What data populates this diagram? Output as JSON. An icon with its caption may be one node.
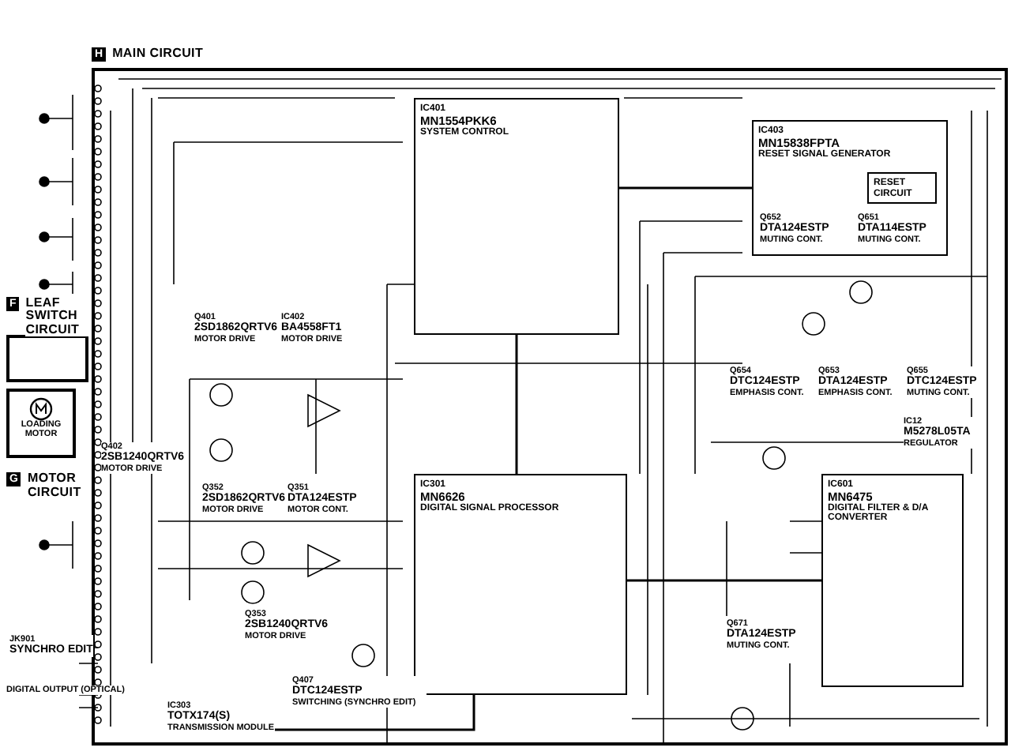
{
  "diagram": {
    "nodes": [
      {
        "text": [
          "H",
          "MAIN CIRCUIT"
        ]
      },
      {
        "text": [
          "F",
          "LEAF SWITCH CIRCUIT"
        ]
      },
      {
        "text": [
          "G",
          "MOTOR CIRCUIT"
        ]
      },
      {
        "text": [
          "LOADING MOTOR"
        ],
        "in": 2
      },
      {
        "text": [
          "IC401",
          "MN1554PKK6",
          "SYSTEM CONTROL"
        ],
        "in": 0
      },
      {
        "text": [
          "IC403",
          "MN15838FPTA",
          "RESET SIGNAL GENERATOR"
        ],
        "in": 0
      },
      {
        "text": [
          "RESET CIRCUIT"
        ],
        "in": 5
      },
      {
        "text": [
          "Q652",
          "DTA124ESTP",
          "MUTING CONT."
        ],
        "in": 5
      },
      {
        "text": [
          "Q651",
          "DTA114ESTP",
          "MUTING CONT."
        ],
        "in": 5
      },
      {
        "text": [
          "Q401",
          "2SD1862QRTV6",
          "MOTOR DRIVE"
        ],
        "in": 0
      },
      {
        "text": [
          "IC402",
          "BA4558FT1",
          "MOTOR DRIVE"
        ],
        "in": 0
      },
      {
        "text": [
          "IC301",
          "MN6626",
          "DIGITAL SIGNAL PROCESSOR"
        ],
        "in": 0
      },
      {
        "text": [
          "IC601",
          "MN6475",
          "DIGITAL FILTER & D/A CONVERTER"
        ],
        "in": 0
      },
      {
        "text": [
          "IC12",
          "M5278L05TA",
          "REGULATOR"
        ],
        "in": 0
      },
      {
        "text": [
          "Q654",
          "DTC124ESTP",
          "EMPHASIS CONT."
        ],
        "in": 0
      },
      {
        "text": [
          "Q653",
          "DTA124ESTP",
          "EMPHASIS CONT."
        ],
        "in": 0
      },
      {
        "text": [
          "Q655",
          "DTC124ESTP",
          "MUTING CONT."
        ],
        "in": 0
      },
      {
        "text": [
          "Q402",
          "2SB1240QRTV6",
          "MOTOR DRIVE"
        ],
        "in": 0
      },
      {
        "text": [
          "Q352",
          "2SD1862QRTV6",
          "MOTOR DRIVE"
        ],
        "in": 0
      },
      {
        "text": [
          "Q351",
          "DTA124ESTP",
          "MOTOR CONT."
        ],
        "in": 0
      },
      {
        "text": [
          "Q353",
          "2SB1240QRTV6",
          "MOTOR DRIVE"
        ],
        "in": 0
      },
      {
        "text": [
          "Q407",
          "DTC124ESTP",
          "SWITCHING (SYNCHRO EDIT)"
        ],
        "in": 0
      },
      {
        "text": [
          "IC303",
          "TOTX174(S)",
          "TRANSMISSION MODULE"
        ],
        "in": 0
      },
      {
        "text": [
          "Q671",
          "DTA124ESTP",
          "MUTING CONT."
        ],
        "in": 0
      },
      {
        "text": [
          "JK901",
          "SYNCHRO EDIT"
        ]
      },
      {
        "text": [
          "DIGITAL OUTPUT (OPTICAL)"
        ]
      }
    ],
    "edges": [
      {
        "from": 4,
        "to": 11,
        "arrow": "none"
      },
      {
        "from": 4,
        "to": 5,
        "arrow": "none"
      },
      {
        "from": 11,
        "to": 12,
        "arrow": "none"
      },
      {
        "from": 11,
        "to": 22,
        "arrow": "none"
      }
    ]
  }
}
